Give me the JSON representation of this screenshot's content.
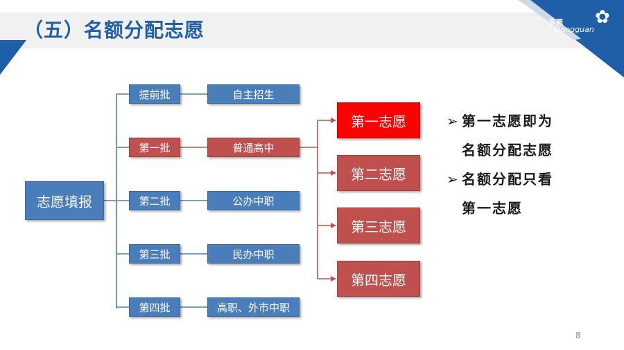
{
  "slide": {
    "title": "（五）名额分配志愿",
    "page_number": "8",
    "logo": {
      "brand_text": "东莞",
      "name_text": "Dongguan"
    }
  },
  "colors": {
    "title_blue": "#1f5fa8",
    "box_blue": "#4a7ebb",
    "box_red": "#c0504d",
    "box_bright_red": "#ff0000",
    "connector_blue": "#4a7ebb",
    "connector_red": "#c0504d",
    "banner_blue": "#1f5fa8"
  },
  "diagram": {
    "root": "志愿填报",
    "batches": [
      {
        "label": "提前批",
        "school": "自主招生",
        "highlight": false
      },
      {
        "label": "第一批",
        "school": "普通高中",
        "highlight": true
      },
      {
        "label": "第二批",
        "school": "公办中职",
        "highlight": false
      },
      {
        "label": "第三批",
        "school": "民办中职",
        "highlight": false
      },
      {
        "label": "第四批",
        "school": "高职、外市中职",
        "highlight": false
      }
    ],
    "wishes": [
      "第一志愿",
      "第二志愿",
      "第三志愿",
      "第四志愿"
    ]
  },
  "notes": {
    "bullet_glyph": "➢",
    "items": [
      {
        "line1": "第一志愿即为",
        "line2": "名额分配志愿"
      },
      {
        "line1": "名额分配只看",
        "line2": "第一志愿"
      }
    ]
  }
}
